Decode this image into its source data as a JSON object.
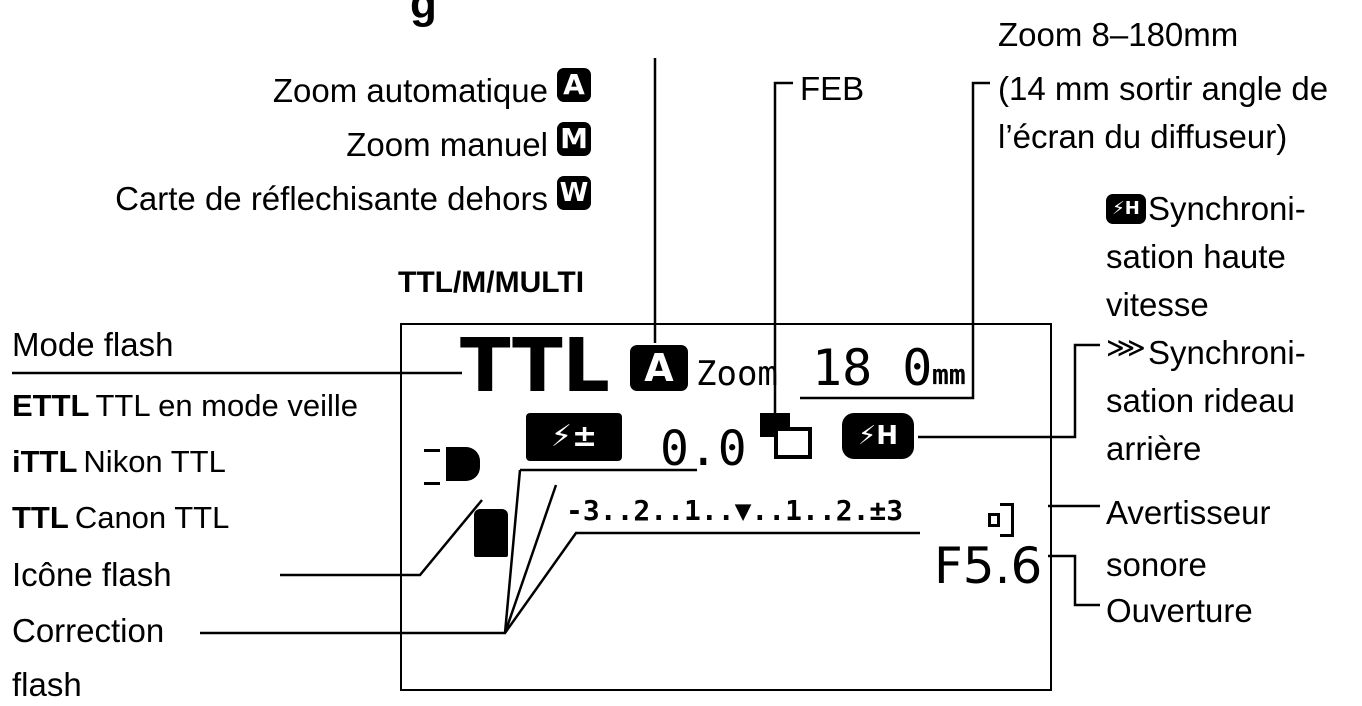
{
  "title_partial": "g",
  "labels": {
    "zoom_auto": "Zoom automatique",
    "zoom_manual": "Zoom manuel",
    "bounce_card": "Carte de réflechisante dehors",
    "ttl_m_multi": "TTL/M/MULTI",
    "feb": "FEB",
    "zoom_range_line1": "Zoom 8–180mm",
    "zoom_range_line2": "(14 mm sortir angle de",
    "zoom_range_line3": "l’écran du diffuseur)",
    "hss_line1": "Synchroni-",
    "hss_line2": "sation haute",
    "hss_line3": "vitesse",
    "rear_line1": "Synchroni-",
    "rear_line2": "sation rideau",
    "rear_line3": "arrière",
    "buzzer_line1": "Avertisseur",
    "buzzer_line2": "sonore",
    "aperture": "Ouverture",
    "mode_flash": "Mode flash",
    "flash_icon": "Icône flash",
    "correction_line1": "Correction",
    "correction_line2": "flash"
  },
  "mode_legend": [
    {
      "code": "ETTL",
      "desc": "TTL en mode veille"
    },
    {
      "code": "iTTL",
      "desc": "Nikon TTL"
    },
    {
      "code": "TTL",
      "desc": "Canon TTL"
    }
  ],
  "lcd": {
    "mode": "TTL",
    "zoom_badge": "A",
    "zoom_word": "Zoom",
    "zoom_value": "18 0",
    "zoom_unit": "mm",
    "comp_badge": "⚡±",
    "comp_value": "0.0",
    "scale": "-3..2..1..▼..1..2.±3",
    "aperture": "F5.6",
    "hss_badge": "⚡H",
    "feb_icon": "▣",
    "buzzer_icon": "◁"
  },
  "badges": {
    "auto": "A",
    "manual": "M",
    "card": "W"
  },
  "icons": [
    "auto-zoom-icon",
    "manual-zoom-icon",
    "bounce-card-icon",
    "hss-icon",
    "rear-curtain-icon",
    "buzzer-icon",
    "flash-head-icon",
    "feb-icon"
  ]
}
